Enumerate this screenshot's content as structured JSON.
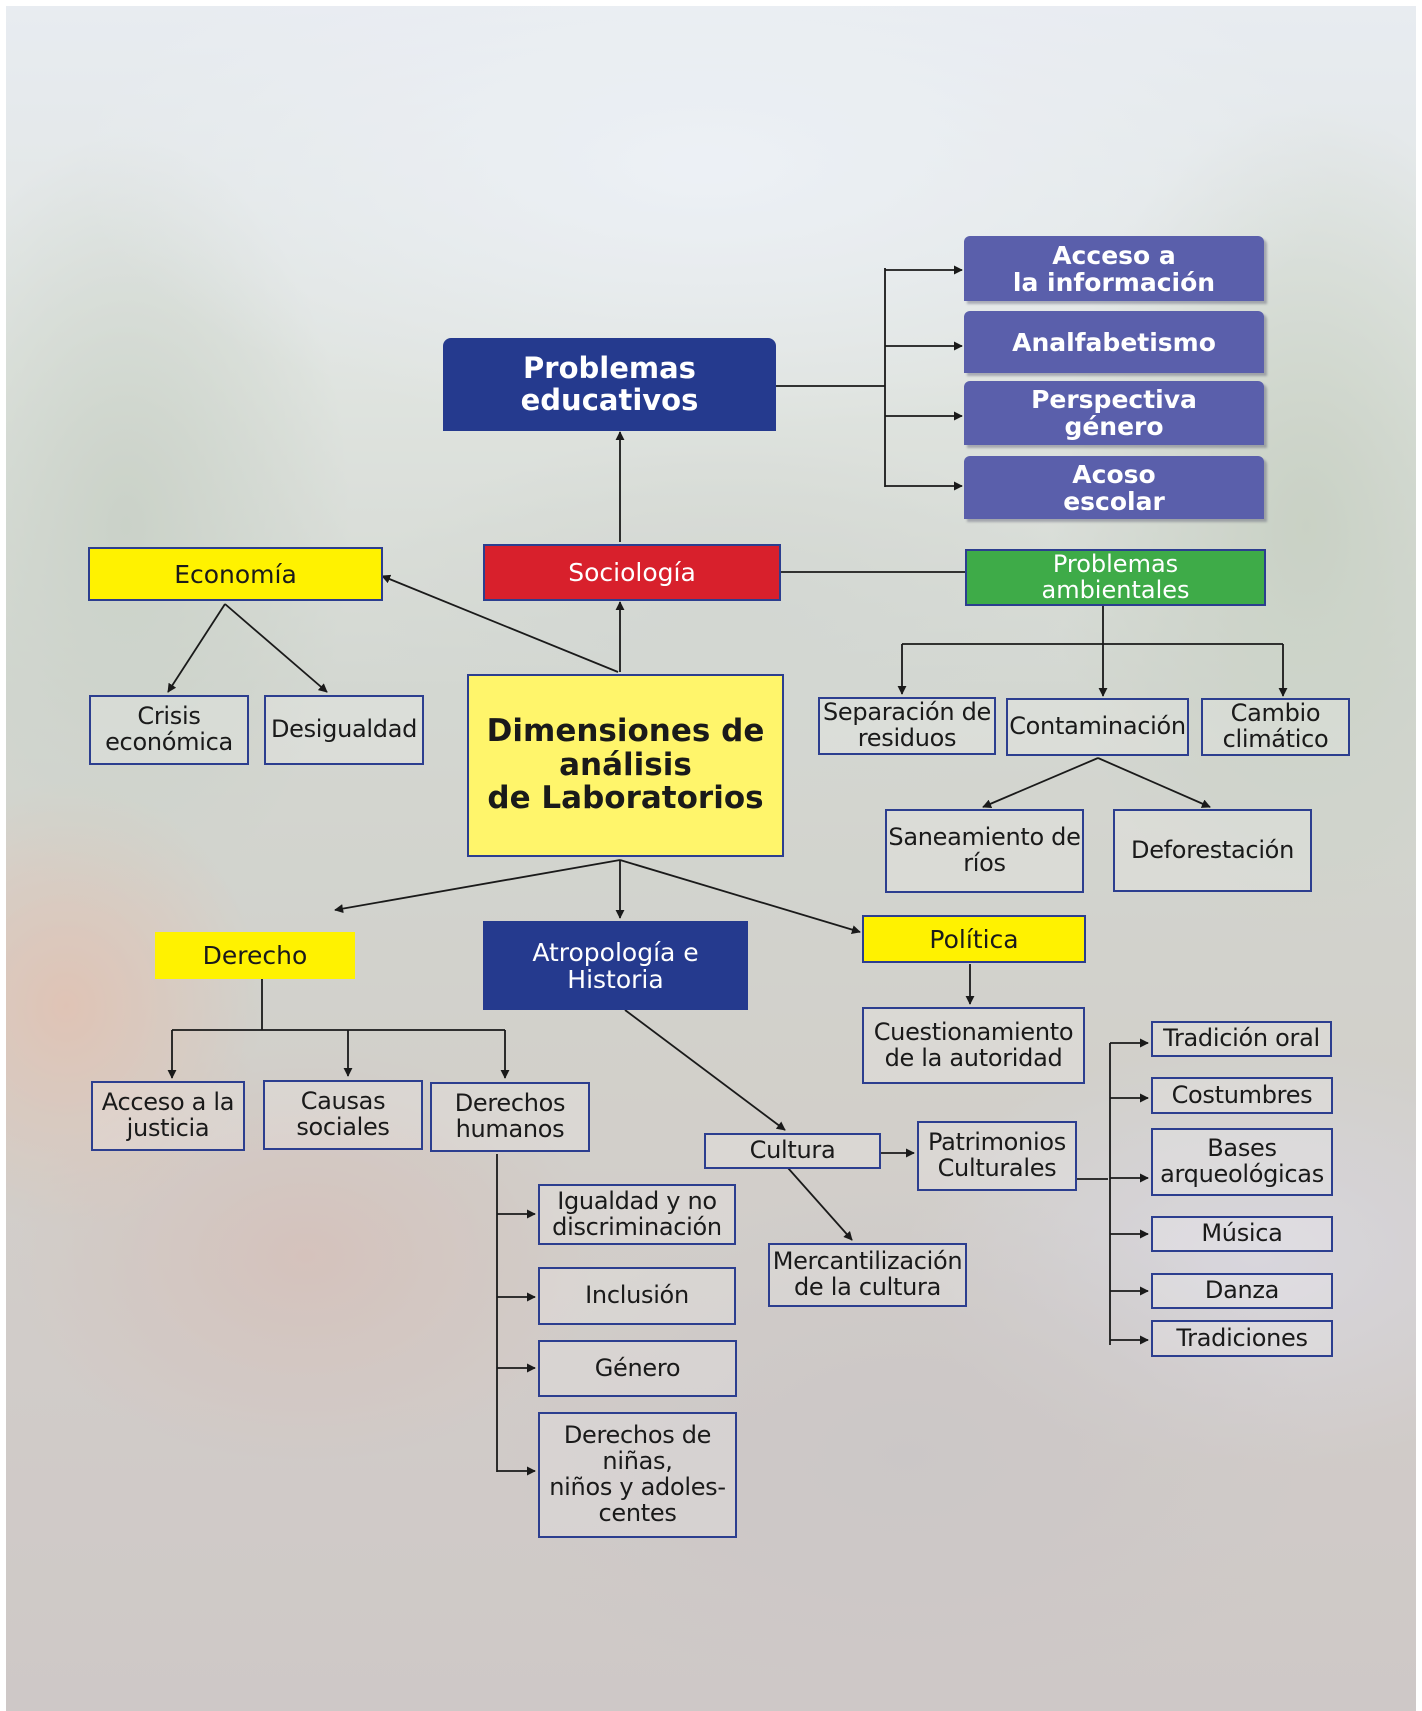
{
  "diagram": {
    "center": "Dimensiones de\nanálisis\nde Laboratorios",
    "sociologia": "Sociología",
    "problemas_educativos": "Problemas\neducativos",
    "educativos_items": [
      "Acceso a\nla información",
      "Analfabetismo",
      "Perspectiva\ngénero",
      "Acoso\nescolar"
    ],
    "problemas_ambientales": "Problemas\nambientales",
    "ambientales_items": [
      "Separación de\nresiduos",
      "Contaminación",
      "Cambio\nclimático"
    ],
    "contaminacion_items": [
      "Saneamiento de\nríos",
      "Deforestación"
    ],
    "economia": "Economía",
    "economia_items": [
      "Crisis\neconómica",
      "Desigualdad"
    ],
    "derecho": "Derecho",
    "derecho_items": [
      "Acceso a la\njusticia",
      "Causas\nsociales",
      "Derechos\nhumanos"
    ],
    "derechos_humanos_items": [
      "Igualdad y no\ndiscriminación",
      "Inclusión",
      "Género",
      "Derechos de\nniñas,\nniños y adoles-\ncentes"
    ],
    "antropologia": "Atropología e\nHistoria",
    "cultura": "Cultura",
    "mercantilizacion": "Mercantilización\nde la cultura",
    "patrimonios": "Patrimonios\nCulturales",
    "patrimonios_items": [
      "Tradición oral",
      "Costumbres",
      "Bases\narqueológicas",
      "Música",
      "Danza",
      "Tradiciones"
    ],
    "politica": "Política",
    "politica_items": [
      "Cuestionamiento\nde la autoridad"
    ]
  }
}
